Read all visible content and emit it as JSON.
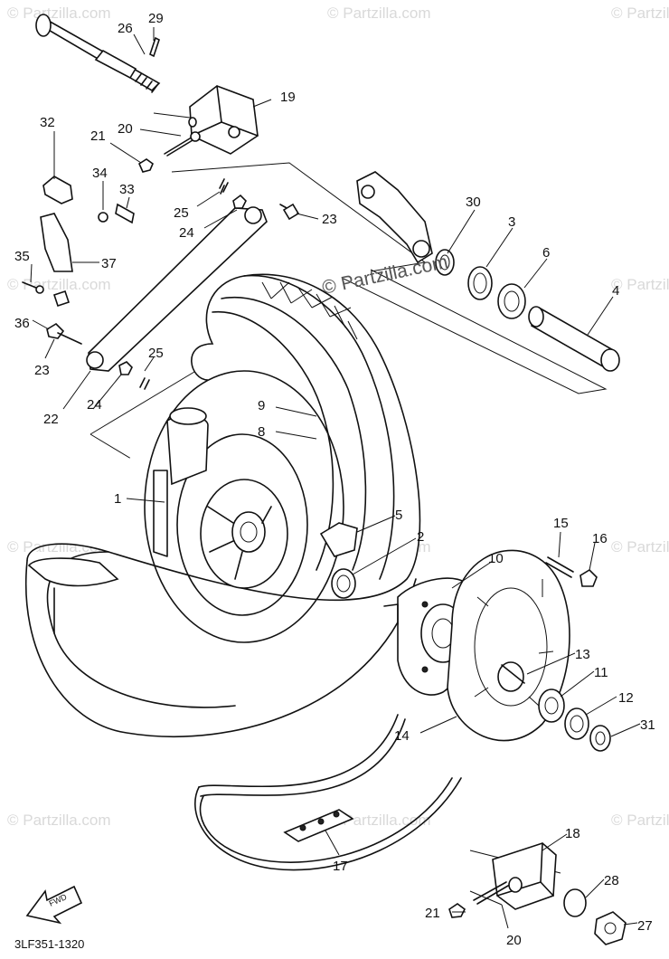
{
  "watermark": {
    "main_text": "© Partzilla.com",
    "repeat_text": "© Partzilla.com"
  },
  "diagram_code": "3LF351-1320",
  "fwd_arrow_label": "FWD",
  "callouts": {
    "c1": "1",
    "c2": "2",
    "c3": "3",
    "c4": "4",
    "c5": "5",
    "c6": "6",
    "c8": "8",
    "c9": "9",
    "c10": "10",
    "c11": "11",
    "c12": "12",
    "c13": "13",
    "c14": "14",
    "c15": "15",
    "c16": "16",
    "c17": "17",
    "c18": "18",
    "c19": "19",
    "c20a": "20",
    "c20b": "20",
    "c21a": "21",
    "c21b": "21",
    "c22": "22",
    "c23a": "23",
    "c23b": "23",
    "c24a": "24",
    "c24b": "24",
    "c25a": "25",
    "c25b": "25",
    "c26": "26",
    "c27": "27",
    "c28": "28",
    "c29": "29",
    "c30": "30",
    "c31": "31",
    "c32": "32",
    "c33": "33",
    "c34": "34",
    "c35": "35",
    "c36": "36",
    "c37": "37"
  }
}
